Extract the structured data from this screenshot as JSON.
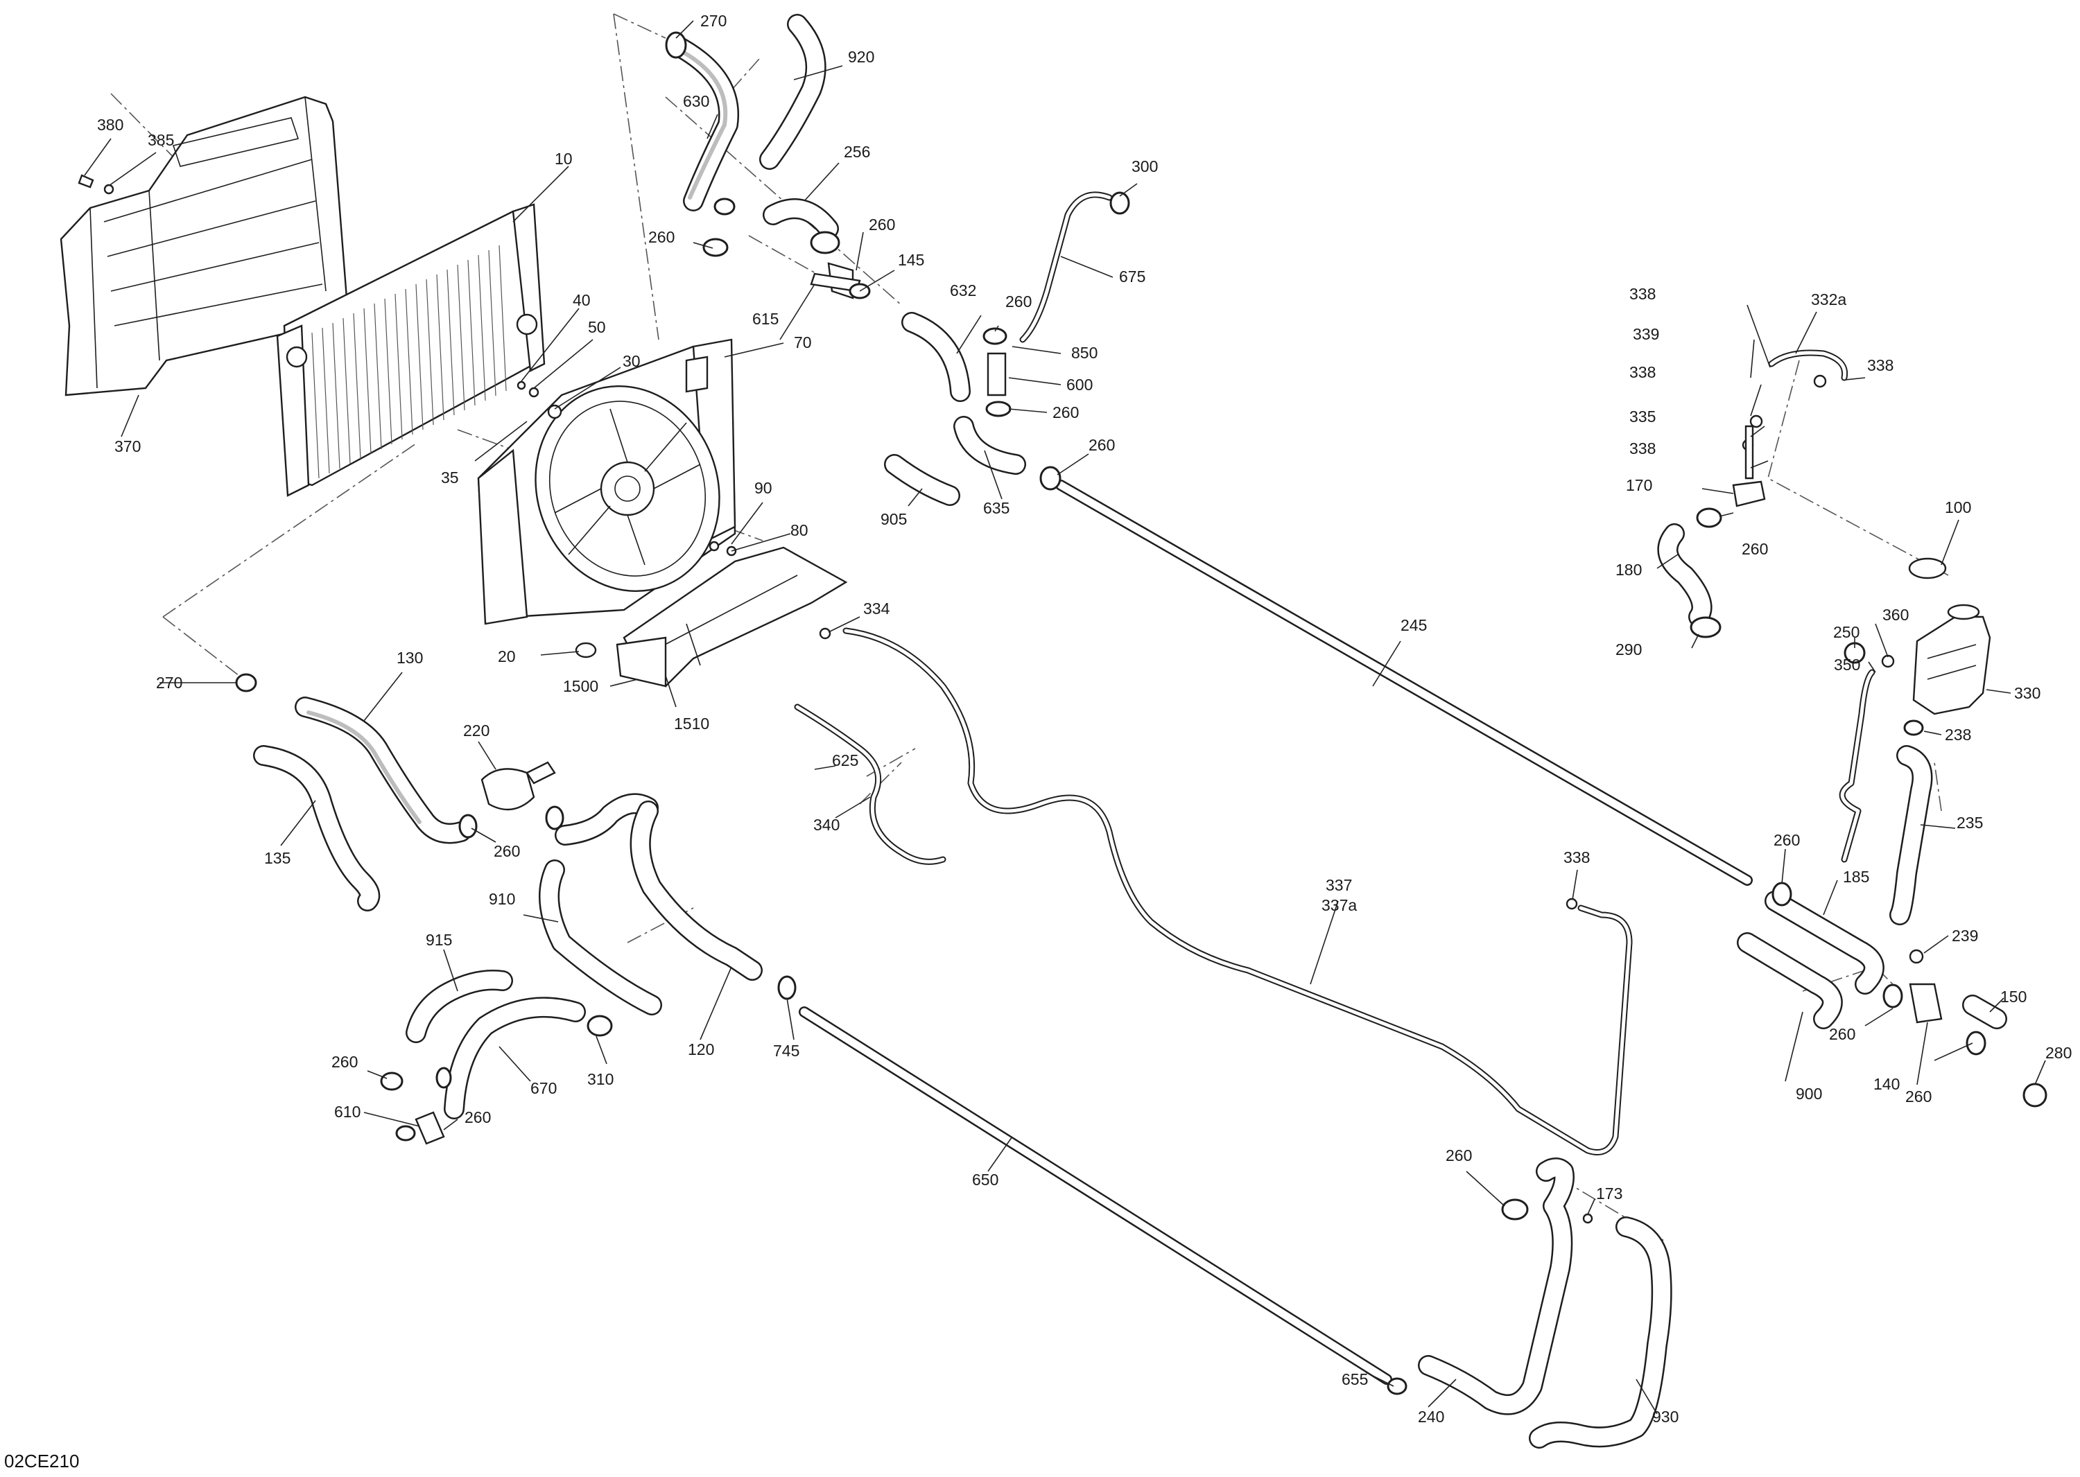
{
  "diagram_code": "02CE210",
  "callouts": [
    {
      "id": "c380",
      "text": "380"
    },
    {
      "id": "c385",
      "text": "385"
    },
    {
      "id": "c10",
      "text": "10"
    },
    {
      "id": "c370",
      "text": "370"
    },
    {
      "id": "c40",
      "text": "40"
    },
    {
      "id": "c50",
      "text": "50"
    },
    {
      "id": "c30",
      "text": "30"
    },
    {
      "id": "c35",
      "text": "35"
    },
    {
      "id": "c70",
      "text": "70"
    },
    {
      "id": "c90",
      "text": "90"
    },
    {
      "id": "c80",
      "text": "80"
    },
    {
      "id": "c20",
      "text": "20"
    },
    {
      "id": "c1500",
      "text": "1500"
    },
    {
      "id": "c1510",
      "text": "1510"
    },
    {
      "id": "c270a",
      "text": "270"
    },
    {
      "id": "c270b",
      "text": "270"
    },
    {
      "id": "c920",
      "text": "920"
    },
    {
      "id": "c630",
      "text": "630"
    },
    {
      "id": "c256",
      "text": "256"
    },
    {
      "id": "c260a",
      "text": "260"
    },
    {
      "id": "c260b",
      "text": "260"
    },
    {
      "id": "c145",
      "text": "145"
    },
    {
      "id": "c615",
      "text": "615"
    },
    {
      "id": "c632",
      "text": "632"
    },
    {
      "id": "c260c",
      "text": "260"
    },
    {
      "id": "c300",
      "text": "300"
    },
    {
      "id": "c675",
      "text": "675"
    },
    {
      "id": "c850",
      "text": "850"
    },
    {
      "id": "c600",
      "text": "600"
    },
    {
      "id": "c260d",
      "text": "260"
    },
    {
      "id": "c260e",
      "text": "260"
    },
    {
      "id": "c905",
      "text": "905"
    },
    {
      "id": "c635",
      "text": "635"
    },
    {
      "id": "c334",
      "text": "334"
    },
    {
      "id": "c245",
      "text": "245"
    },
    {
      "id": "c130",
      "text": "130"
    },
    {
      "id": "c135",
      "text": "135"
    },
    {
      "id": "c220",
      "text": "220"
    },
    {
      "id": "c625",
      "text": "625"
    },
    {
      "id": "c260f",
      "text": "260"
    },
    {
      "id": "c340",
      "text": "340"
    },
    {
      "id": "c910",
      "text": "910"
    },
    {
      "id": "c915",
      "text": "915"
    },
    {
      "id": "c120",
      "text": "120"
    },
    {
      "id": "c745",
      "text": "745"
    },
    {
      "id": "c260g",
      "text": "260"
    },
    {
      "id": "c610",
      "text": "610"
    },
    {
      "id": "c260h",
      "text": "260"
    },
    {
      "id": "c670",
      "text": "670"
    },
    {
      "id": "c310",
      "text": "310"
    },
    {
      "id": "c650",
      "text": "650"
    },
    {
      "id": "c337",
      "text": "337"
    },
    {
      "id": "c337a",
      "text": "337a"
    },
    {
      "id": "c338a",
      "text": "338"
    },
    {
      "id": "c260i",
      "text": "260"
    },
    {
      "id": "c173",
      "text": "173"
    },
    {
      "id": "c655",
      "text": "655"
    },
    {
      "id": "c240",
      "text": "240"
    },
    {
      "id": "c930",
      "text": "930"
    },
    {
      "id": "c338b",
      "text": "338"
    },
    {
      "id": "c332a",
      "text": "332a"
    },
    {
      "id": "c339",
      "text": "339"
    },
    {
      "id": "c338c",
      "text": "338"
    },
    {
      "id": "c338d",
      "text": "338"
    },
    {
      "id": "c335",
      "text": "335"
    },
    {
      "id": "c338e",
      "text": "338"
    },
    {
      "id": "c170",
      "text": "170"
    },
    {
      "id": "c260j",
      "text": "260"
    },
    {
      "id": "c180",
      "text": "180"
    },
    {
      "id": "c290",
      "text": "290"
    },
    {
      "id": "c100",
      "text": "100"
    },
    {
      "id": "c250",
      "text": "250"
    },
    {
      "id": "c360",
      "text": "360"
    },
    {
      "id": "c350",
      "text": "350"
    },
    {
      "id": "c330",
      "text": "330"
    },
    {
      "id": "c238",
      "text": "238"
    },
    {
      "id": "c235",
      "text": "235"
    },
    {
      "id": "c260k",
      "text": "260"
    },
    {
      "id": "c185",
      "text": "185"
    },
    {
      "id": "c239",
      "text": "239"
    },
    {
      "id": "c150",
      "text": "150"
    },
    {
      "id": "c280",
      "text": "280"
    },
    {
      "id": "c260l",
      "text": "260"
    },
    {
      "id": "c140",
      "text": "140"
    },
    {
      "id": "c260m",
      "text": "260"
    },
    {
      "id": "c900",
      "text": "900"
    }
  ]
}
